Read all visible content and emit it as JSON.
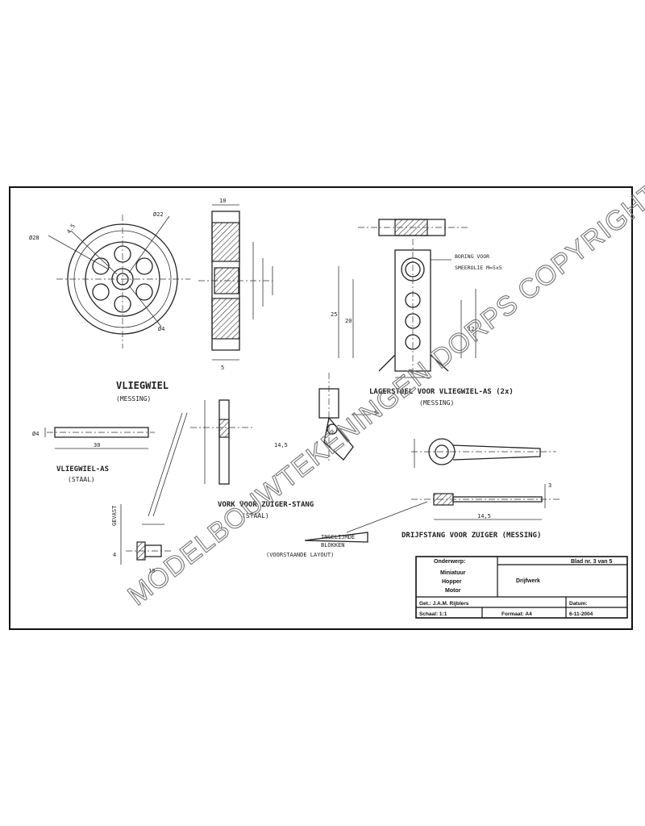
{
  "labels": {
    "vliegwiel": "VLIEGWIEL",
    "vliegwiel_sub": "(MESSING)",
    "lagerstoel": "LAGERSTOEL VOOR VLIEGWIEL-AS (2x)",
    "lagerstoel_sub": "(MESSING)",
    "vliegwiel_as": "VLIEGWIEL-AS",
    "vliegwiel_as_sub": "(STAAL)",
    "vork": "VORK VOOR ZUIGER-STANG",
    "vork_sub": "(STAAL)",
    "drijfstang": "DRIJFSTANG VOOR ZUIGER (MESSING)",
    "ingelijmde": "INGELIJMDE",
    "ingelijmde_2": "BLOKKEN",
    "ingelijmde_3": "(VOORSTAANDE LAYOUT)",
    "gevast_3": "GEVAST",
    "annot_boring": "BORING VOOR",
    "annot_boring2": "SMEEROLIE M=5x5"
  },
  "dims": {
    "d1": "Ø28",
    "d2": "Ø22",
    "d3": "Ø4",
    "d4": "4.5",
    "d5": "10",
    "d6": "5",
    "d7": "25",
    "d8": "20",
    "d9": "30",
    "d10": "12",
    "d11": "5",
    "d12": "14,5",
    "d13": "4",
    "d14": "3",
    "d15": "10"
  },
  "title_block": {
    "onderwerp_label": "Onderwerp:",
    "onderwerp_value_1": "Miniatuur",
    "onderwerp_value_2": "Hopper",
    "onderwerp_value_3": "Motor",
    "blad": "Blad nr. 3 van 5",
    "omschrijving": "Drijfwerk",
    "get_label": "Get.: J.A.M. Rijblers",
    "schaal": "Schaal: 1:1",
    "formaat": "Formaat: A4",
    "datum_label": "Datum:",
    "datum_value": "6-11-2004"
  },
  "watermark": {
    "line_1": "MODELBOUWTEKENINGEN DORPS COPYRIGHT"
  }
}
